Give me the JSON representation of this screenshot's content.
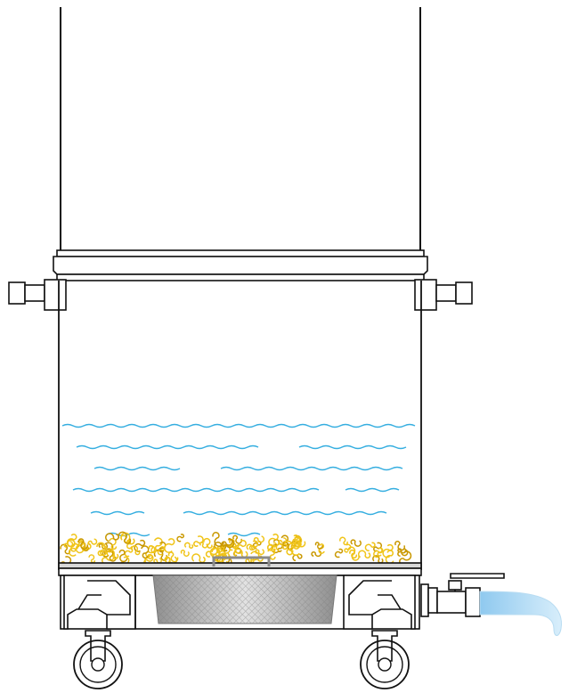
{
  "title": "",
  "colors": {
    "outline": "#111111",
    "water_wave": "#35aee0",
    "chips": "#f0c419",
    "chips_outline": "#c99800",
    "basket_light": "#d6d6d6",
    "basket_dark": "#8a8a8a",
    "outflow_stream": "#a9d6f2",
    "background": "#ffffff"
  },
  "components": [
    {
      "name": "upper-column",
      "icon": "cylinder-column"
    },
    {
      "name": "flange-ring",
      "icon": "flange"
    },
    {
      "name": "tank-body",
      "icon": "tank"
    },
    {
      "name": "left-side-nozzle",
      "icon": "pipe-nozzle"
    },
    {
      "name": "right-side-nozzle",
      "icon": "pipe-nozzle"
    },
    {
      "name": "water-level",
      "icon": "wave-lines"
    },
    {
      "name": "chip-layer",
      "icon": "metal-chips"
    },
    {
      "name": "strainer-basket",
      "icon": "mesh-basket"
    },
    {
      "name": "drain-valve",
      "icon": "ball-valve"
    },
    {
      "name": "caster-wheels",
      "icon": "caster"
    }
  ]
}
